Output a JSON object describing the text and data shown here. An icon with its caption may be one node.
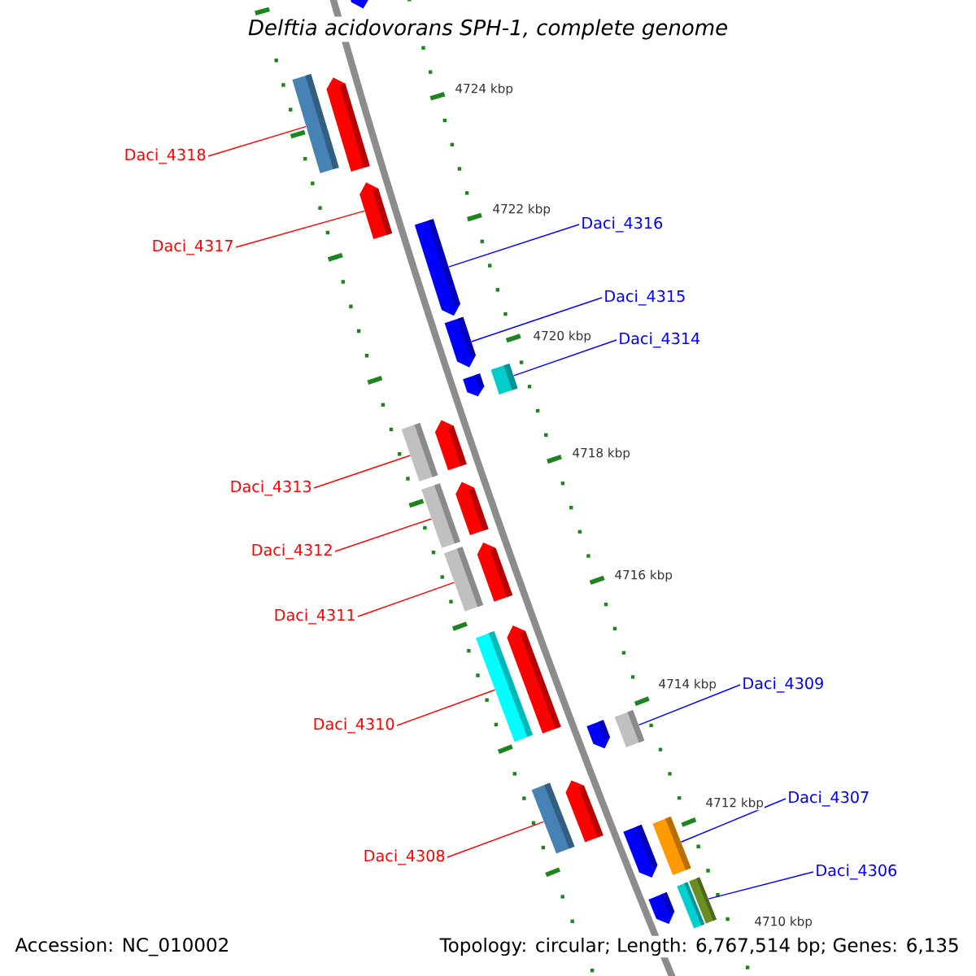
{
  "diagram": {
    "title": "Delftia acidovorans SPH-1, complete genome",
    "nodes": [
      {
        "text": [
          "Daci_4318"
        ]
      },
      {
        "text": [
          "Daci_4316"
        ]
      },
      {
        "text": [
          "Daci_4317"
        ]
      },
      {
        "text": [
          "Daci_4315"
        ]
      },
      {
        "text": [
          "Daci_4314"
        ]
      },
      {
        "text": [
          "Daci_4313"
        ]
      },
      {
        "text": [
          "Daci_4312"
        ]
      },
      {
        "text": [
          "Daci_4311"
        ]
      },
      {
        "text": [
          "Daci_4309"
        ]
      },
      {
        "text": [
          "Daci_4310"
        ]
      },
      {
        "text": [
          "Daci_4307"
        ]
      },
      {
        "text": [
          "Daci_4308"
        ]
      },
      {
        "text": [
          "Daci_4306"
        ]
      },
      {
        "text": [],
        "shape": "bar"
      },
      {
        "text": [],
        "shape": "bar"
      },
      {
        "text": [],
        "shape": "bar"
      },
      {
        "text": [],
        "shape": "bar"
      },
      {
        "text": [],
        "shape": "bar"
      },
      {
        "text": [],
        "shape": "bar"
      },
      {
        "text": [],
        "shape": "bar"
      },
      {
        "text": [],
        "shape": "bar"
      },
      {
        "text": [],
        "shape": "bar"
      },
      {
        "text": [],
        "shape": "bar"
      },
      {
        "text": [],
        "shape": "bar"
      },
      {
        "text": [],
        "shape": "bar"
      },
      {
        "text": [],
        "shape": "bar"
      },
      {
        "text": [],
        "shape": "bar"
      },
      {
        "text": [],
        "shape": "bar"
      },
      {
        "text": [],
        "shape": "bar"
      },
      {
        "text": [],
        "shape": "bar"
      },
      {
        "text": [],
        "shape": "bar"
      },
      {
        "text": [],
        "shape": "bar"
      },
      {
        "text": [],
        "shape": "bar"
      },
      {
        "text": [],
        "shape": "bar"
      },
      {
        "text": [],
        "shape": "bar"
      },
      {
        "text": [],
        "shape": "bar"
      },
      {
        "text": [],
        "shape": "bar"
      },
      {
        "text": [],
        "shape": "bar"
      }
    ],
    "edges": [
      {
        "from": 0,
        "to": 14,
        "arrow": "none"
      },
      {
        "from": 1,
        "to": 17,
        "arrow": "none",
        "color": "#0000ff"
      },
      {
        "from": 2,
        "to": 16,
        "arrow": "none"
      },
      {
        "from": 3,
        "to": 18,
        "arrow": "none",
        "color": "#0000ff"
      },
      {
        "from": 4,
        "to": 20,
        "arrow": "none",
        "color": "#0000ff"
      },
      {
        "from": 5,
        "to": 21,
        "arrow": "none"
      },
      {
        "from": 6,
        "to": 23,
        "arrow": "none"
      },
      {
        "from": 7,
        "to": 25,
        "arrow": "none"
      },
      {
        "from": 8,
        "to": 30,
        "arrow": "none",
        "color": "#0000ff"
      },
      {
        "from": 9,
        "to": 27,
        "arrow": "none"
      },
      {
        "from": 10,
        "to": 34,
        "arrow": "none",
        "color": "#0000ff"
      },
      {
        "from": 11,
        "to": 31,
        "arrow": "none"
      },
      {
        "from": 12,
        "to": 37,
        "arrow": "none",
        "color": "#0000ff"
      }
    ],
    "labels": [
      "4724 kbp",
      "4722 kbp",
      "4720 kbp",
      "4718 kbp",
      "4716 kbp",
      "4714 kbp",
      "4712 kbp",
      "4710 kbp",
      "Accession: NC_010002",
      "Topology: circular; Length: 6,767,514 bp; Genes: 6,135"
    ]
  }
}
